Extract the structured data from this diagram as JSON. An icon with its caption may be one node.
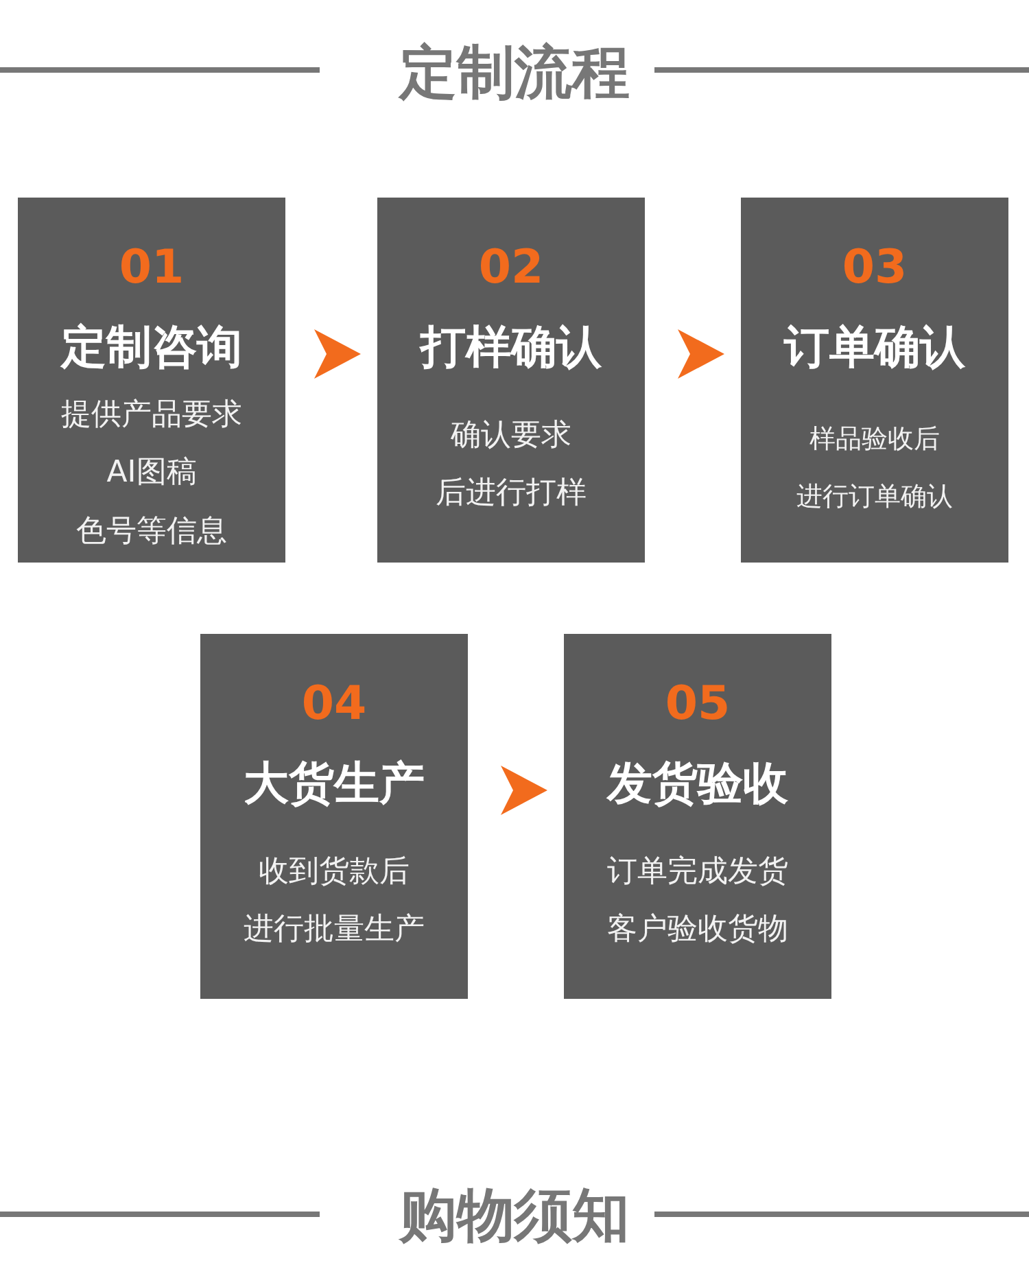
{
  "diagram": {
    "title": "定制流程",
    "nodes": [
      {
        "text": [
          "01",
          "定制咨询",
          "提供产品要求AI图稿色号等信息"
        ]
      },
      {
        "text": [
          "02",
          "打样确认",
          "确认要求后进行打样"
        ]
      },
      {
        "text": [
          "03",
          "订单确认",
          "样品验收后进行订单确认"
        ]
      },
      {
        "text": [
          "04",
          "大货生产",
          "收到货款后进行批量生产"
        ]
      },
      {
        "text": [
          "05",
          "发货验收",
          "订单完成发货客户验收货物"
        ]
      }
    ],
    "edges": [
      {
        "from": 0,
        "to": 1,
        "arrow": "to"
      },
      {
        "from": 1,
        "to": 2,
        "arrow": "to"
      },
      {
        "from": 3,
        "to": 4,
        "arrow": "to"
      }
    ],
    "labels": [
      "购物须知"
    ]
  }
}
